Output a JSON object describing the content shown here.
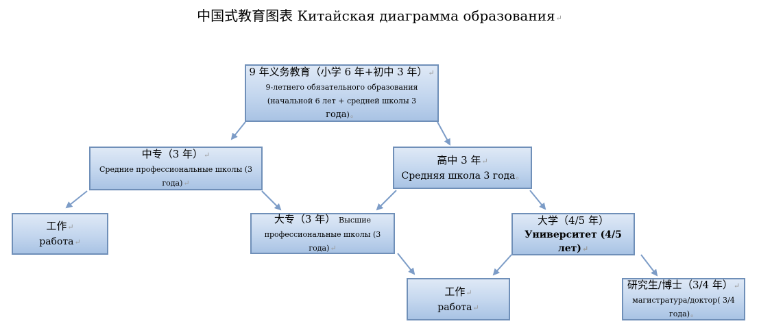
{
  "title": "中国式教育图表 Китайская диаграмма образования",
  "mark": "↵",
  "mark_small": "。",
  "boxes": {
    "compulsory": {
      "zh": "9 年义务教育（小学 6 年+初中 3 年）",
      "ru": "9-летнего обязательного образования (начальной 6 лет + средней школы 3",
      "ru_bold": "года",
      "ru_tail": ")"
    },
    "vocational_secondary": {
      "zh": "中专（3 年）",
      "ru": "Средние профессиональные школы (3 года)"
    },
    "high_school": {
      "zh": "高中 3 年",
      "ru": "Средняя школа 3 года"
    },
    "work_left": {
      "zh": "工作",
      "ru": "работа"
    },
    "vocational_higher": {
      "zh": "大专（3 年）",
      "ru_inline": "Высшие",
      "ru": "профессиональные школы (3 года)"
    },
    "university": {
      "zh": "大学（4/5 年）",
      "ru": "Университет (4/5 лет)"
    },
    "work_bottom": {
      "zh": "工作",
      "ru": "работа"
    },
    "postgraduate": {
      "zh": "研究生/博士（3/4 年）",
      "ru": "магистратура/доктор( 3/4 года)"
    }
  },
  "colors": {
    "box_border": "#6f8fb8",
    "box_fill_top": "#dfe9f6",
    "box_fill_bottom": "#a9c3e4",
    "arrow": "#7c9cc7"
  }
}
